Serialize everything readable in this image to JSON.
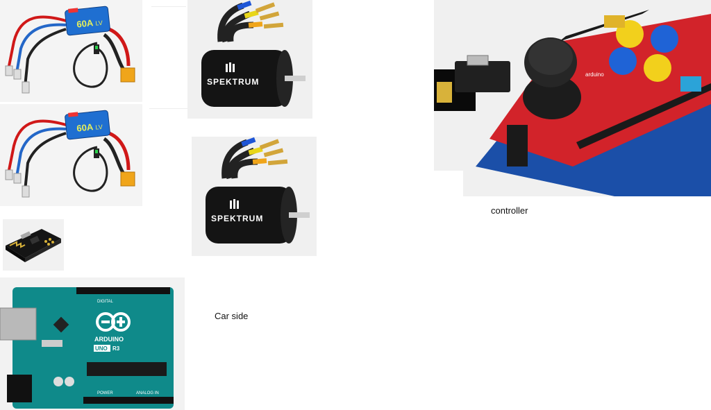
{
  "captions": {
    "controller": "controller",
    "car_side": "Car side"
  },
  "esc": {
    "rating_label": "60A",
    "voltage_label": "LV"
  },
  "motor": {
    "brand_label": "SPEKTRUM"
  },
  "arduino": {
    "brand_label": "ARDUINO",
    "model_label": "UNO",
    "revision_label": "R3",
    "digital_label": "DIGITAL",
    "analog_label": "ANALOG IN",
    "power_label": "POWER"
  },
  "shield": {
    "board_label": "arduino"
  },
  "colors": {
    "esc_blue": "#1f6fd1",
    "arduino_teal": "#0f8a8a",
    "shield_red": "#d2232a",
    "button_yellow": "#f2d01c",
    "button_blue": "#1f63d6",
    "motor_black": "#141414"
  }
}
